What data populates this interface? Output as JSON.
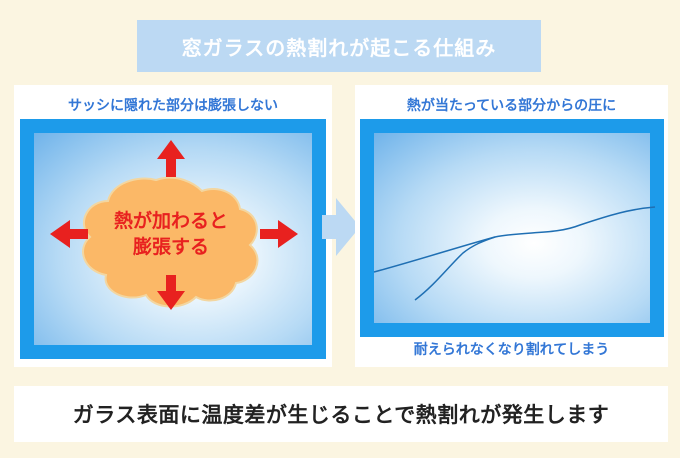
{
  "title": "窓ガラスの熱割れが起こる仕組み",
  "left_panel": {
    "caption": "サッシに隠れた部分は膨張しない",
    "blob_line1": "熱が加わると",
    "blob_line2": "膨張する"
  },
  "right_panel": {
    "caption_top": "熱が当たっている部分からの圧に",
    "caption_bottom": "耐えられなくなり割れてしまう"
  },
  "footer": "ガラス表面に温度差が生じることで熱割れが発生します",
  "colors": {
    "frame": "#1d9bea",
    "caption_text": "#3377d6",
    "arrow": "#e8211f",
    "blob_fill": "#fbb867",
    "blob_text": "#e8211f",
    "title_bg": "#bcd9f3",
    "page_bg": "#fbf5e1",
    "crack": "#1f6fb3"
  }
}
